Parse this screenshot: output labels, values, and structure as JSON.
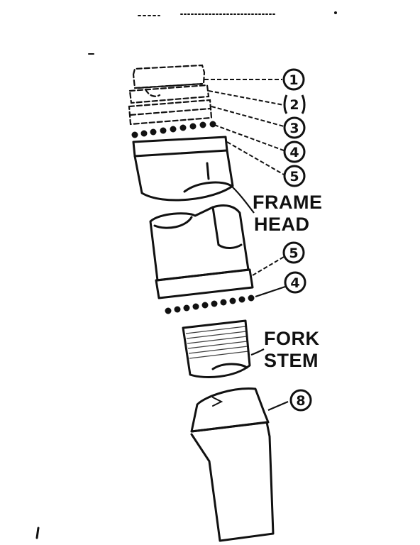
{
  "callouts": {
    "c1": "1",
    "c2": "2",
    "c3": "3",
    "c4": "4",
    "c5": "5",
    "c5b": "5",
    "c4b": "4",
    "c8": "8"
  },
  "labels": {
    "frame_line1": "FRAME",
    "frame_line2": "HEAD",
    "fork_line1": "FORK",
    "fork_line2": "STEM"
  }
}
